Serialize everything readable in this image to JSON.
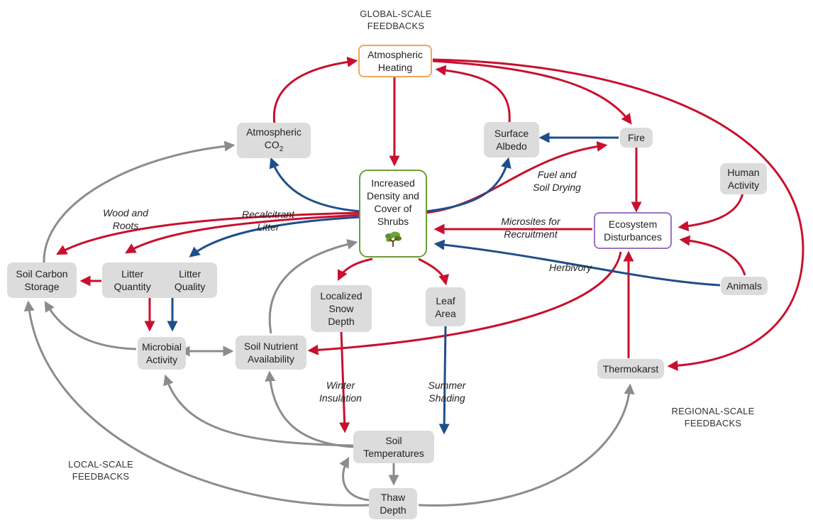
{
  "sections": {
    "global": [
      "GLOBAL-SCALE",
      "FEEDBACKS"
    ],
    "regional": [
      "REGIONAL-SCALE",
      "FEEDBACKS"
    ],
    "local": [
      "LOCAL-SCALE",
      "FEEDBACKS"
    ]
  },
  "nodes": {
    "atmospheric_heating": [
      "Atmospheric",
      "Heating"
    ],
    "atmospheric_co2": [
      "Atmospheric",
      "CO",
      "2"
    ],
    "surface_albedo": [
      "Surface",
      "Albedo"
    ],
    "fire": "Fire",
    "human_activity": [
      "Human",
      "Activity"
    ],
    "shrubs": [
      "Increased",
      "Density and",
      "Cover of",
      "Shrubs"
    ],
    "ecosystem_disturbances": [
      "Ecosystem",
      "Disturbances"
    ],
    "soil_carbon": [
      "Soil Carbon",
      "Storage"
    ],
    "litter_quantity": [
      "Litter",
      "Quantity"
    ],
    "litter_quality": [
      "Litter",
      "Quality"
    ],
    "animals": "Animals",
    "snow_depth": [
      "Localized",
      "Snow",
      "Depth"
    ],
    "leaf_area": [
      "Leaf",
      "Area"
    ],
    "microbial": [
      "Microbial",
      "Activity"
    ],
    "soil_nutrient": [
      "Soil Nutrient",
      "Availability"
    ],
    "thermokarst": "Thermokarst",
    "soil_temperatures": [
      "Soil",
      "Temperatures"
    ],
    "thaw_depth": [
      "Thaw",
      "Depth"
    ]
  },
  "labels": {
    "wood_roots": [
      "Wood and",
      "Roots"
    ],
    "recalcitrant": [
      "Recalcitrant",
      "Litter"
    ],
    "fuel": [
      "Fuel and",
      "Soil Drying"
    ],
    "microsites": [
      "Microsites for",
      "Recruitment"
    ],
    "herbivory": "Herbivory",
    "winter": [
      "Winter",
      "Insulation"
    ],
    "summer": [
      "Summer",
      "Shading"
    ]
  },
  "colors": {
    "red": "#c8102e",
    "blue": "#1f4e8c",
    "gray": "#8c8c8c",
    "heating_border": "#f0a55a",
    "disturbance_border": "#9b74c4",
    "shrub_border": "#6e9d3a"
  },
  "icons": {
    "shrub": "shrub-icon"
  }
}
